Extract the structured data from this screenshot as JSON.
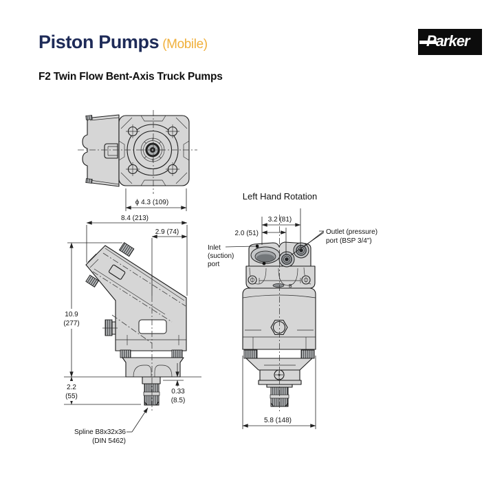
{
  "header": {
    "title": "Piston Pumps",
    "title_suffix": "(Mobile)",
    "subtitle": "F2 Twin Flow Bent-Axis Truck Pumps",
    "logo_text": "Parker"
  },
  "figure": {
    "front_view": {
      "bolt_circle_dia": "ϕ 4.3 (109)"
    },
    "side_view": {
      "overall_width": "8.4 (213)",
      "center_to_end": "2.9 (74)",
      "height_in": "10.9",
      "height_mm": "(277)",
      "shaft_len_in": "2.2",
      "shaft_len_mm": "(55)",
      "pilot_step_in": "0.33",
      "pilot_step_mm": "(8.5)",
      "spline_label_line1": "Spline B8x32x36",
      "spline_label_line2": "(DIN 5462)"
    },
    "rear_view": {
      "heading": "Left Hand Rotation",
      "outlet_spacing": "3.2 (81)",
      "inlet_to_outlet": "2.0 (51)",
      "overall_width": "5.8 (148)",
      "inlet_label_line1": "Inlet",
      "inlet_label_line2": "(suction)",
      "inlet_label_line3": "port",
      "outlet_label_line1": "Outlet (pressure)",
      "outlet_label_line2": "port (BSP 3/4\")",
      "port_marking": "B"
    }
  },
  "colors": {
    "title_blue": "#1e2b58",
    "accent_amber": "#f0b03c",
    "logo_bg": "#0c0c0c",
    "body_fill": "#d6d6d6",
    "line": "#1a1a1a"
  }
}
